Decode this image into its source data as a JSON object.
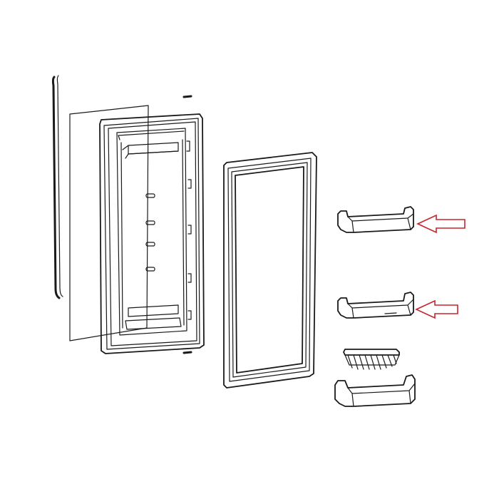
{
  "colors": {
    "line": "#1a1a1a",
    "background": "#ffffff",
    "arrow": "#c8242b"
  },
  "parts": [
    "door-seal-strip",
    "door-back-panel",
    "door-inner-liner",
    "door-gasket",
    "door-shelf-upper",
    "door-shelf-middle",
    "egg-tray",
    "door-shelf-lower"
  ],
  "indicated_parts": [
    "door-shelf-upper",
    "door-shelf-middle"
  ]
}
